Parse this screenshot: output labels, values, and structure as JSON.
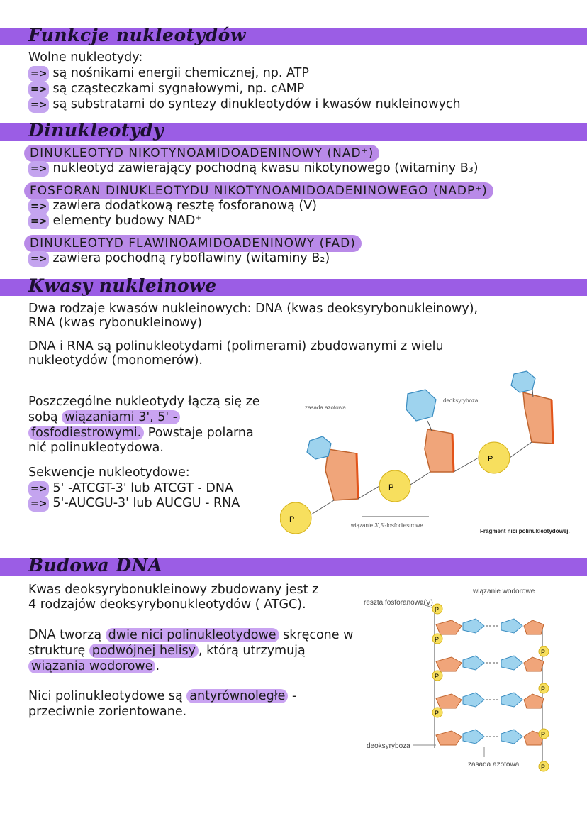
{
  "sections": {
    "s1": {
      "title": "Funkcje nukleotydów",
      "intro": "Wolne nukleotydy:",
      "items": [
        "są nośnikami energii chemicznej, np. ATP",
        "są cząsteczkami sygnałowymi, np. cAMP",
        "są substratami do syntezy dinukleotydów i kwasów nukleinowych"
      ]
    },
    "s2": {
      "title": "Dinukleotydy",
      "nad_name": "DINUKLEOTYD NIKOTYNOAMIDOADENINOWY (NAD⁺)",
      "nad_items": [
        "nukleotyd zawierający pochodną kwasu nikotynowego (witaminy B₃)"
      ],
      "nadp_name": "FOSFORAN DINUKLEOTYDU NIKOTYNOAMIDOADENINOWEGO (NADP⁺)",
      "nadp_items": [
        "zawiera dodatkową resztę fosforanową (V)",
        "elementy budowy NAD⁺"
      ],
      "fad_name": "DINUKLEOTYD FLAWINOAMIDOADENINOWY (FAD)",
      "fad_items": [
        "zawiera pochodną ryboflawiny (witaminy B₂)"
      ]
    },
    "s3": {
      "title": "Kwasy nukleinowe",
      "p1a": "Dwa rodzaje kwasów nukleinowych: DNA (kwas deoksyrybonukleinowy),",
      "p1b": "RNA (kwas rybonukleinowy)",
      "p2a": "DNA i RNA są polinukleotydami (polimerami) zbudowanymi z wielu",
      "p2b": "nukleotydów (monomerów).",
      "p3a": "Poszczególne nukleotydy łączą się ze",
      "p3b_pre": "sobą ",
      "p3b_hl": "wiązaniami 3', 5' -",
      "p3c_hl": "fosfodiestrowymi.",
      "p3c_post": " Powstaje polarna",
      "p3d": "nić polinukleotydowa.",
      "p4": "Sekwencje nukleotydowe:",
      "seq": [
        "5' -ATCGT-3' lub ATCGT - DNA",
        "5'-AUCGU-3' lub AUCGU - RNA"
      ],
      "figure": {
        "label_base": "zasada azotowa",
        "label_sugar": "deoksyryboza",
        "label_bond": "wiązanie 3',5'-fosfodiestrowe",
        "caption": "Fragment nici polinukleotydowej."
      }
    },
    "s4": {
      "title": "Budowa DNA",
      "p1a": "Kwas deoksyrybonukleinowy zbudowany jest z",
      "p1b": "4 rodzajów deoksyrybonukleotydów ( ATGC).",
      "p2a_pre": "DNA tworzą ",
      "p2a_hl": "dwie nici polinukleotydowe",
      "p2a_post": " skręcone w",
      "p2b_pre": "strukturę ",
      "p2b_hl": "podwójnej helisy",
      "p2b_post": ", którą utrzymują",
      "p2c_hl": "wiązania wodorowe",
      "p2c_post": ".",
      "p3a_pre": "Nici polinukleotydowe są ",
      "p3a_hl": "antyrównoległe",
      "p3a_post": " -",
      "p3b": "przeciwnie zorientowane.",
      "figure": {
        "label_phosphate": "reszta fosforanowa(V)",
        "label_hbond": "wiązanie wodorowe",
        "label_sugar": "deoksyryboza",
        "label_base": "zasada azotowa"
      }
    }
  },
  "arrow_glyph": "=>",
  "colors": {
    "band": "#9b5de5",
    "pill": "#b98ae8",
    "highlight": "#c9a3f1",
    "sugar": "#f0a57a",
    "base": "#9ed3ee",
    "phosphate": "#f7df5e"
  }
}
